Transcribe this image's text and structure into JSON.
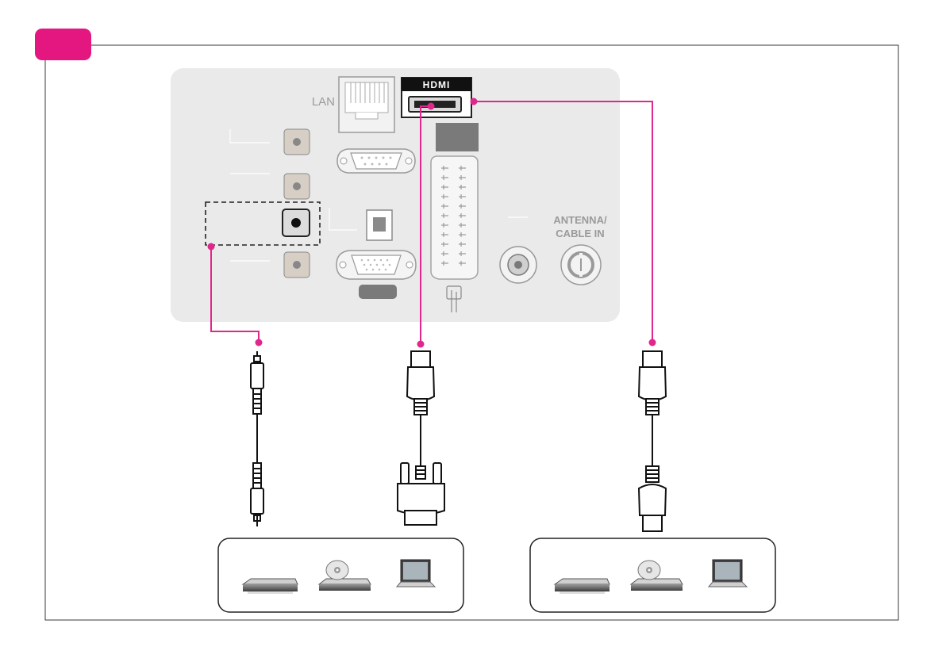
{
  "badge": {
    "color": "#e3177f"
  },
  "accent_color": "#e0288c",
  "panel": {
    "lan_label": "LAN",
    "hdmi_label": "HDMI",
    "antenna_label_line1": "ANTENNA/",
    "antenna_label_line2": "CABLE IN"
  },
  "cables": [
    {
      "type": "3.5mm-audio-cable-icon"
    },
    {
      "type": "hdmi-to-dvi-cable-icon"
    },
    {
      "type": "hdmi-cable-icon"
    }
  ],
  "device_groups": [
    {
      "devices": [
        "set-top-box-icon",
        "dvd-player-icon",
        "laptop-icon"
      ]
    },
    {
      "devices": [
        "set-top-box-icon",
        "dvd-player-icon",
        "laptop-icon"
      ]
    }
  ]
}
